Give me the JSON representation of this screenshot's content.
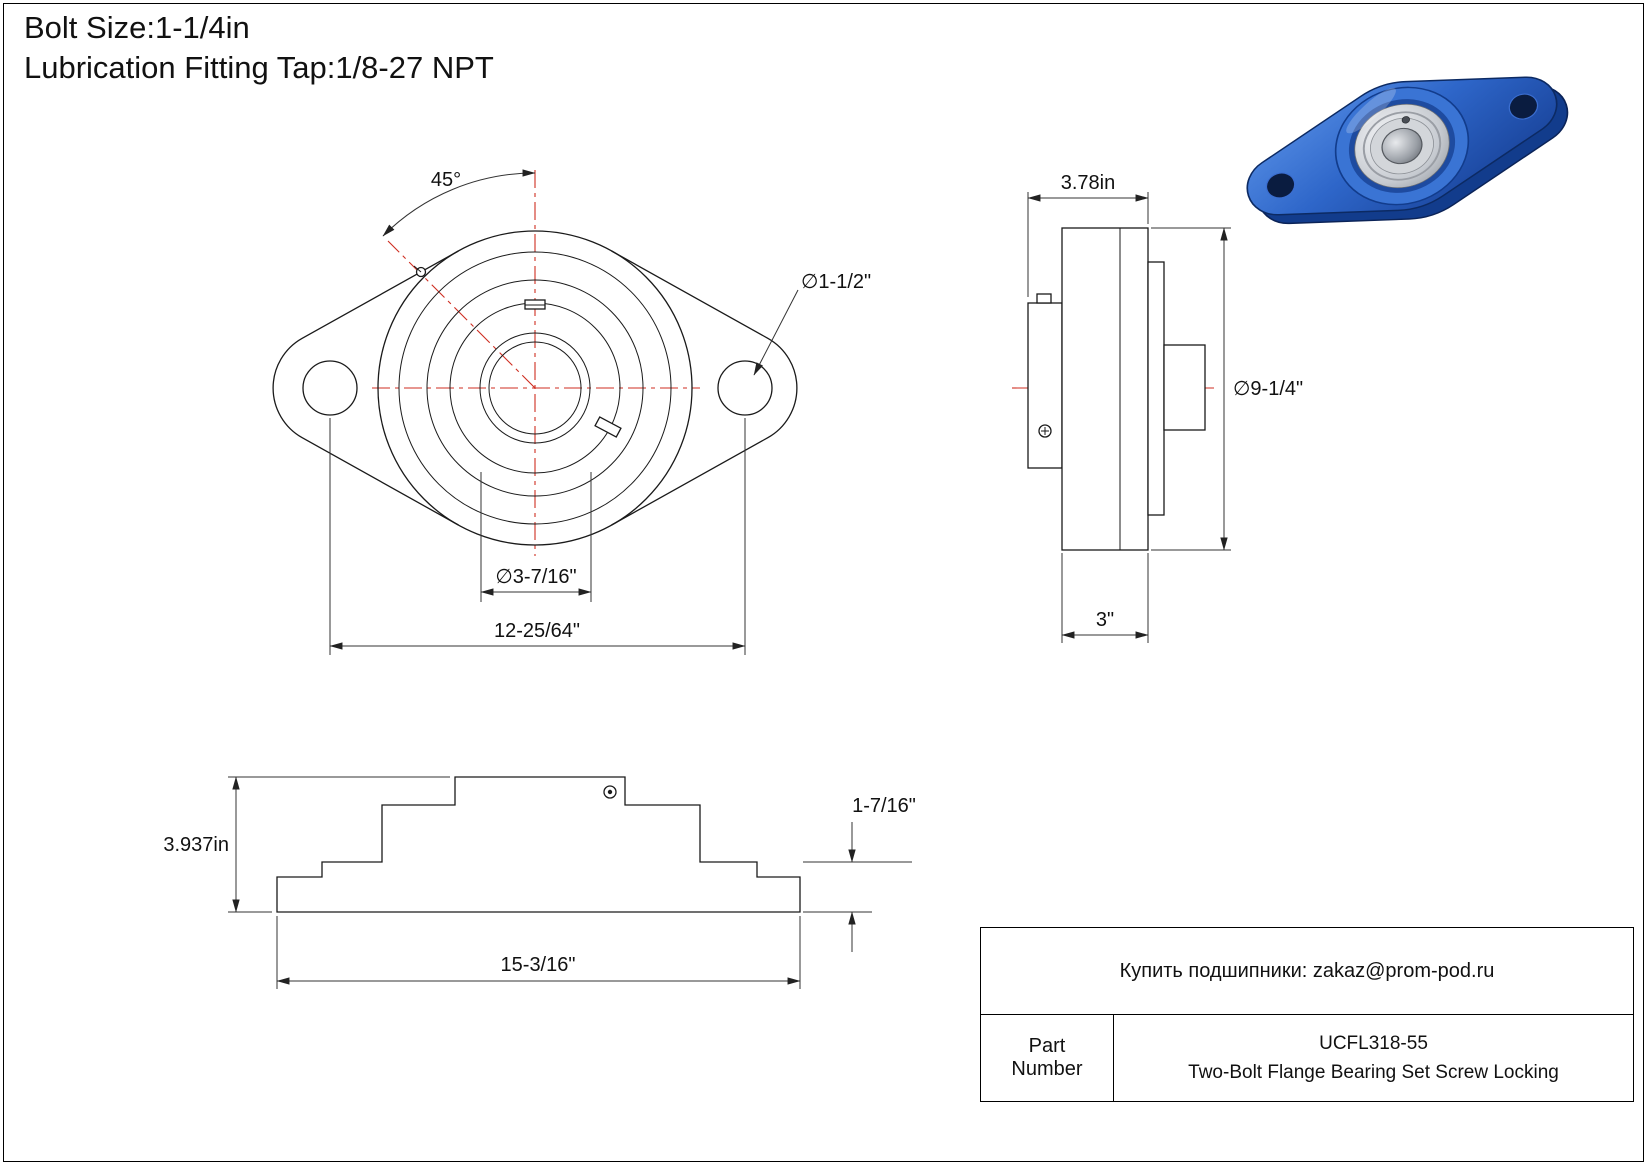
{
  "header": {
    "bolt_size": "Bolt Size:1-1/4in",
    "lubrication": "Lubrication Fitting Tap:1/8-27 NPT"
  },
  "front_view": {
    "angle_label": "45°",
    "bolt_hole_dia": "∅1-1/2\"",
    "bore_dia": "∅3-7/16\"",
    "bolt_center_spacing": "12-25/64\""
  },
  "side_view": {
    "overall_width": "3.78in",
    "flange_od": "∅9-1/4\"",
    "base_width": "3\""
  },
  "bottom_view": {
    "overall_height": "3.937in",
    "flange_thickness": "1-7/16\"",
    "overall_length": "15-3/16\""
  },
  "title_block": {
    "contact": "Купить подшипники: zakaz@prom-pod.ru",
    "part_number_label": "Part Number",
    "part_number": "UCFL318-55",
    "description": "Two-Bolt Flange Bearing Set Screw Locking"
  },
  "colors": {
    "centerline_red": "#cf2e21",
    "flange_blue": "#2e66c9",
    "flange_blue_dark": "#123c8c",
    "drawing_line": "#1a1a1a"
  }
}
